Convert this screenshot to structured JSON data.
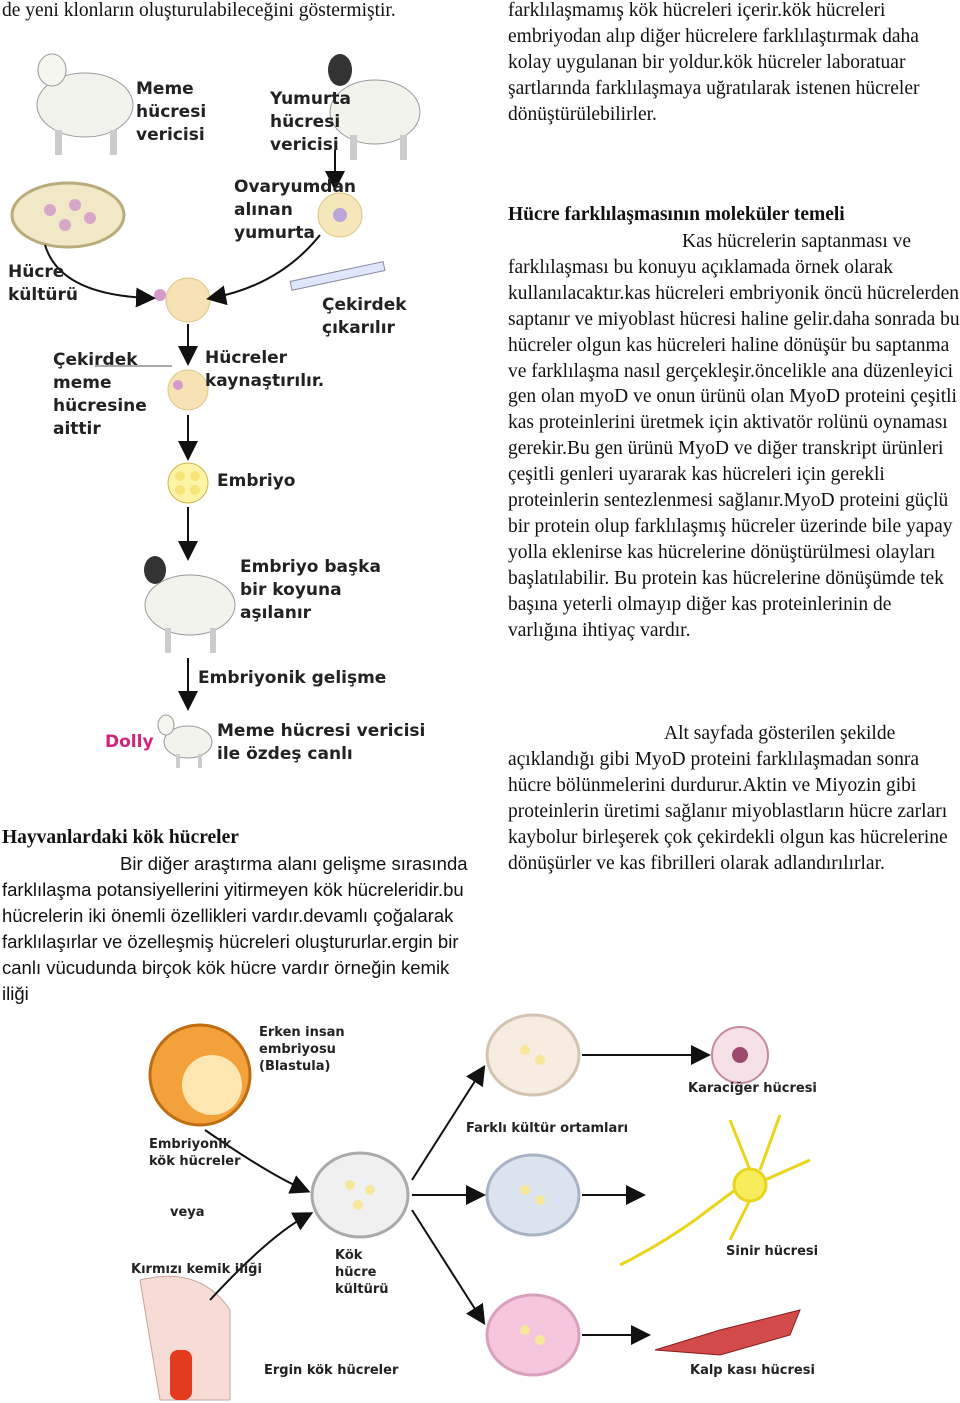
{
  "left_top_line": "de yeni klonların oluşturulabileceğini göstermiştir.",
  "right_top_paragraph": "farklılaşmamış kök hücreleri içerir.kök hücreleri embriyodan alıp diğer hücrelere farklılaştırmak daha kolay uygulanan bir yoldur.kök hücreler laboratuar şartlarında farklılaşmaya uğratılarak istenen hücreler dönüştürülebilirler.",
  "cloning_figure": {
    "labels": {
      "meme_donor": "Meme hücresi vericisi",
      "egg_donor": "Yumurta hücresi vericisi",
      "ovary_egg": "Ovaryumdan alınan yumurta",
      "cell_culture": "Hücre kültürü",
      "nucleus_removed": "Çekirdek çıkarılır",
      "nucleus_belongs": "Çekirdek meme hücresine aittir",
      "cells_fused": "Hücreler kaynaştırılır.",
      "embryo": "Embriyo",
      "embryo_transfer": "Embriyo başka bir koyuna aşılanır",
      "embryonic_development": "Embriyonik gelişme",
      "dolly": "Dolly",
      "identical": "Meme hücresi vericisi ile özdeş canlı"
    }
  },
  "right_section": {
    "heading": "Hücre farklılaşmasının moleküler temeli",
    "paragraph1": "Kas hücrelerin saptanması ve farklılaşması bu konuyu açıklamada örnek olarak kullanılacaktır.kas hücreleri embriyonik öncü hücrelerden saptanır ve miyoblast hücresi haline gelir.daha sonrada bu hücreler olgun kas hücreleri haline dönüşür bu saptanma ve farklılaşma nasıl gerçekleşir.öncelikle ana düzenleyici gen olan myoD ve onun ürünü olan MyoD proteini çeşitli kas proteinlerini üretmek için aktivatör rolünü oynaması gerekir.Bu gen ürünü MyoD ve diğer transkript ürünleri çeşitli genleri uyararak kas hücreleri için gerekli proteinlerin sentezlenmesi sağlanır.MyoD proteini güçlü bir protein olup farklılaşmış hücreler üzerinde bile yapay yolla eklenirse kas hücrelerine dönüştürülmesi olayları başlatılabilir. Bu protein kas hücrelerine dönüşümde tek başına yeterli olmayıp diğer kas proteinlerinin de varlığına ihtiyaç vardır.",
    "paragraph2": "Alt sayfada gösterilen şekilde açıklandığı gibi MyoD proteini farklılaşmadan sonra hücre bölünmelerini durdurur.Aktin ve Miyozin gibi proteinlerin üretimi sağlanır miyoblastların hücre zarları kaybolur birleşerek çok çekirdekli olgun kas hücrelerine dönüşürler ve kas fibrilleri olarak adlandırılırlar."
  },
  "left_section": {
    "heading": "Hayvanlardaki kök hücreler",
    "paragraph": "Bir diğer araştırma alanı gelişme sırasında farklılaşma potansiyellerini yitirmeyen kök hücreleridir.bu hücrelerin iki önemli özellikleri vardır.devamlı çoğalarak farklılaşırlar ve özelleşmiş hücreleri oluştururlar.ergin bir canlı vücudunda birçok kök hücre vardır örneğin kemik iliği"
  },
  "stem_figure": {
    "labels": {
      "early_embryo": "Erken insan embriyosu (Blastula)",
      "embryonic_stem": "Embriyonik kök hücreler",
      "or": "veya",
      "red_marrow": "Kırmızı kemik iliği",
      "culture": "Kök hücre kültürü",
      "adult_stem": "Ergin kök hücreler",
      "media": "Farklı kültür ortamları",
      "liver": "Karaciğer hücresi",
      "nerve": "Sinir hücresi",
      "heart": "Kalp kası hücresi"
    }
  }
}
